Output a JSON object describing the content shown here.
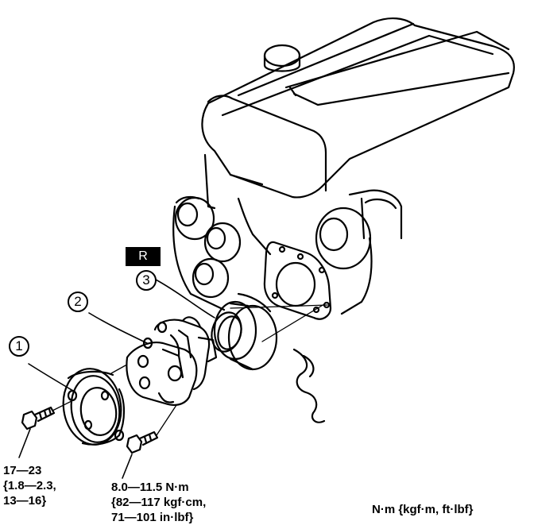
{
  "callouts": {
    "c1": "1",
    "c2": "2",
    "c3": "3"
  },
  "badge": "R",
  "torque_1": [
    "17—23",
    "{1.8—2.3,",
    "13—16}"
  ],
  "torque_2": [
    "8.0—11.5 N·m",
    "{82—117 kgf·cm,",
    "71—101 in·lbf}"
  ],
  "units_legend": "N·m {kgf·m, ft·lbf}"
}
